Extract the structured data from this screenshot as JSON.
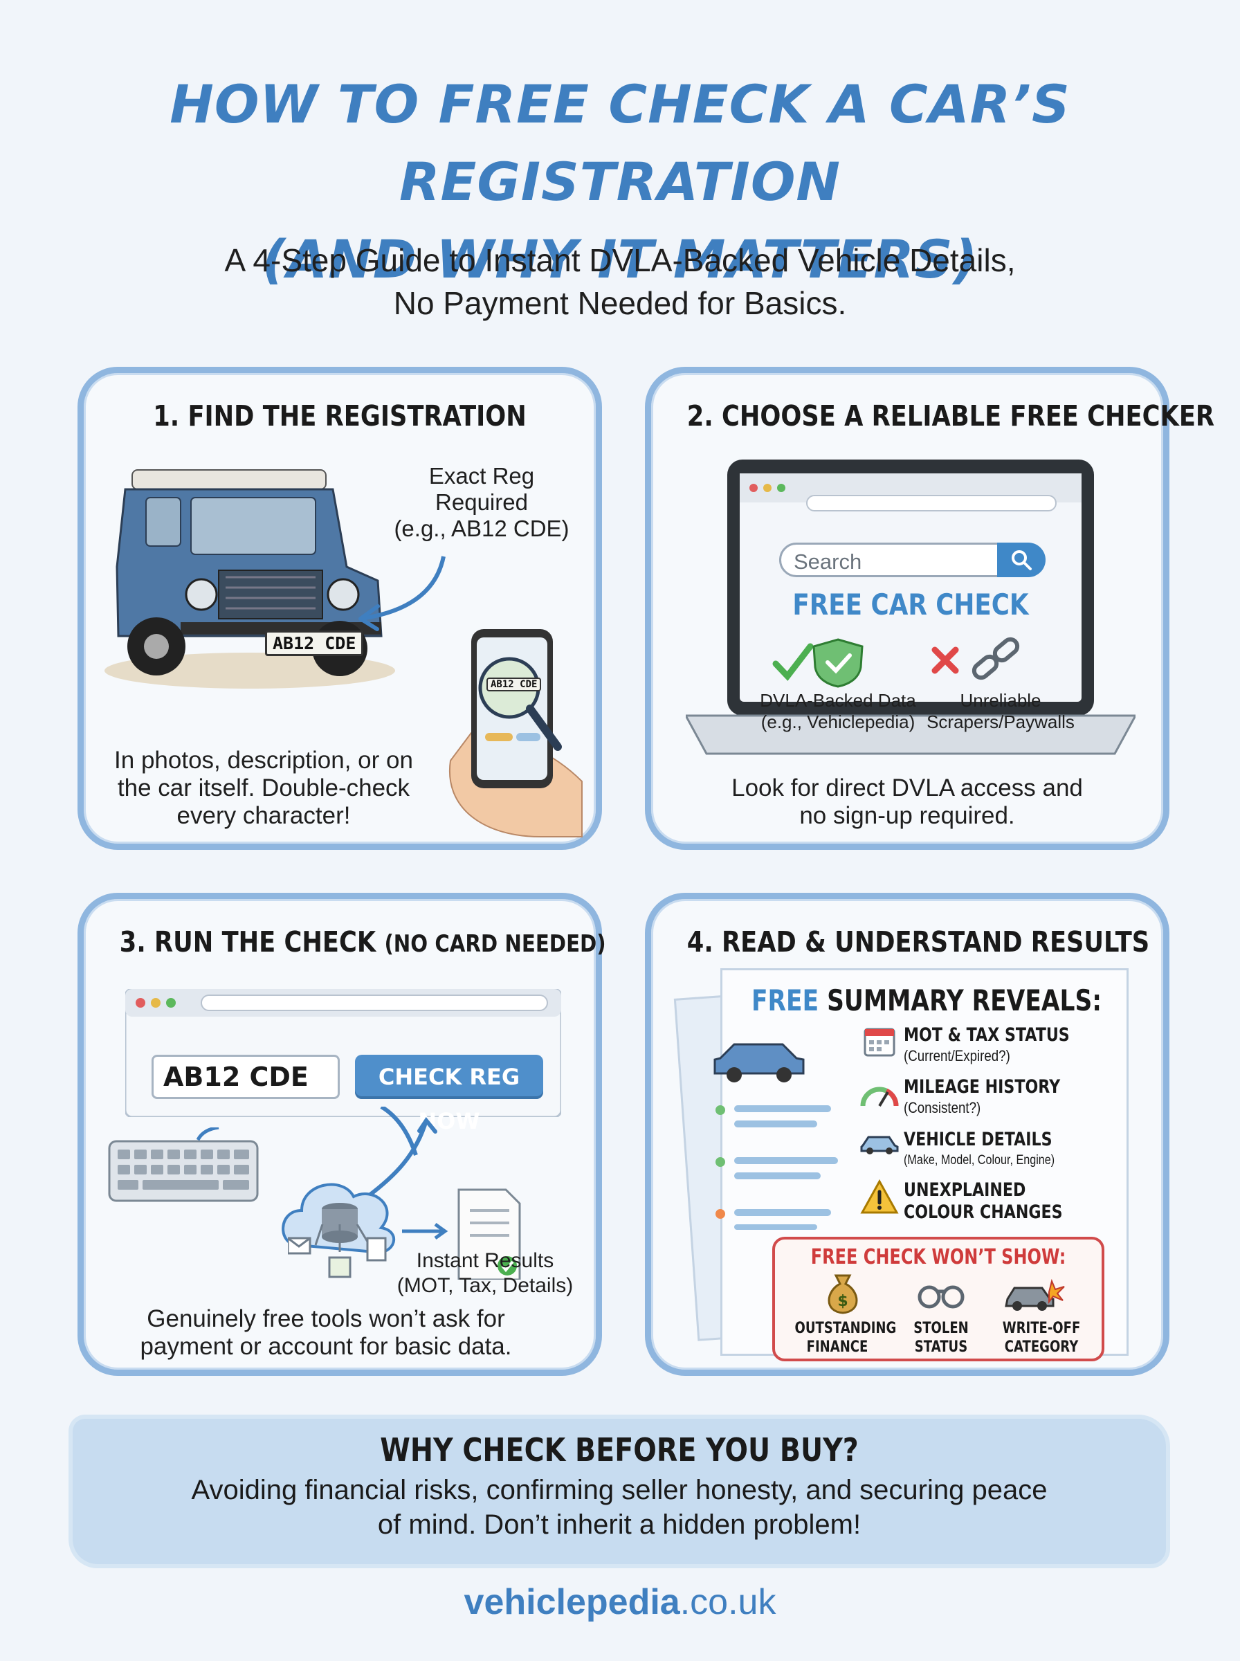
{
  "header": {
    "title_line1": "HOW TO FREE CHECK A CAR’S REGISTRATION",
    "title_line2": "(AND WHY IT MATTERS)",
    "subtitle_line1": "A 4-Step Guide to Instant DVLA-Backed Vehicle Details,",
    "subtitle_line2": "No Payment Needed for Basics."
  },
  "step1": {
    "title": "1. FIND THE REGISTRATION",
    "plate": "AB12 CDE",
    "phone_plate": "AB12 CDE",
    "note_line1": "Exact Reg",
    "note_line2": "Required",
    "note_line3": "(e.g., AB12 CDE)",
    "caption_line1": "In photos, description, or on",
    "caption_line2": "the car itself. Double-check",
    "caption_line3": "every character!"
  },
  "step2": {
    "title": "2. CHOOSE A RELIABLE FREE CHECKER",
    "search_placeholder": "Search",
    "heading": "FREE CAR CHECK",
    "good_line1": "DVLA-Backed Data",
    "good_line2": "(e.g., Vehiclepedia)",
    "bad_line1": "Unreliable",
    "bad_line2": "Scrapers/Paywalls",
    "caption_line1": "Look for direct DVLA access and",
    "caption_line2": "no sign-up required."
  },
  "step3": {
    "title_main": "3. RUN THE CHECK ",
    "title_small": "(NO CARD NEEDED)",
    "reg_value": "AB12 CDE",
    "button": "CHECK REG NOW",
    "results_line1": "Instant Results",
    "results_line2": "(MOT, Tax, Details)",
    "caption_line1": "Genuinely free tools won’t ask for",
    "caption_line2": "payment or account for basic data."
  },
  "step4": {
    "title": "4. READ & UNDERSTAND RESULTS",
    "summary_free": "FREE",
    "summary_rest": " SUMMARY REVEALS:",
    "items": [
      {
        "title": "MOT & TAX STATUS",
        "sub": "(Current/Expired?)"
      },
      {
        "title": "MILEAGE HISTORY",
        "sub": "(Consistent?)"
      },
      {
        "title": "VEHICLE DETAILS",
        "sub": "(Make, Model, Colour, Engine)"
      },
      {
        "title": "UNEXPLAINED",
        "sub": "COLOUR CHANGES"
      }
    ],
    "wont_title": "FREE CHECK WON’T SHOW:",
    "wont": [
      {
        "line1": "OUTSTANDING",
        "line2": "FINANCE"
      },
      {
        "line1": "STOLEN",
        "line2": "STATUS"
      },
      {
        "line1": "WRITE-OFF",
        "line2": "CATEGORY"
      }
    ]
  },
  "banner": {
    "title": "WHY CHECK BEFORE YOU BUY?",
    "body_line1": "Avoiding financial risks, confirming seller honesty, and securing peace",
    "body_line2": "of mind. Don’t inherit a hidden problem!"
  },
  "footer": {
    "brand": "vehiclepedia",
    "domain": ".co.uk"
  },
  "colors": {
    "accent": "#3f7fc0",
    "panel_border": "#8fb6df",
    "warning_red": "#d14b4b",
    "check_green": "#4caf50"
  }
}
